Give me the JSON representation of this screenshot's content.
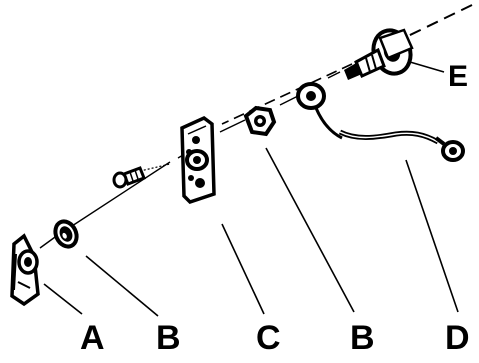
{
  "labels": {
    "a": "A",
    "b1": "B",
    "c": "C",
    "b2": "B",
    "d": "D",
    "e": "E"
  }
}
